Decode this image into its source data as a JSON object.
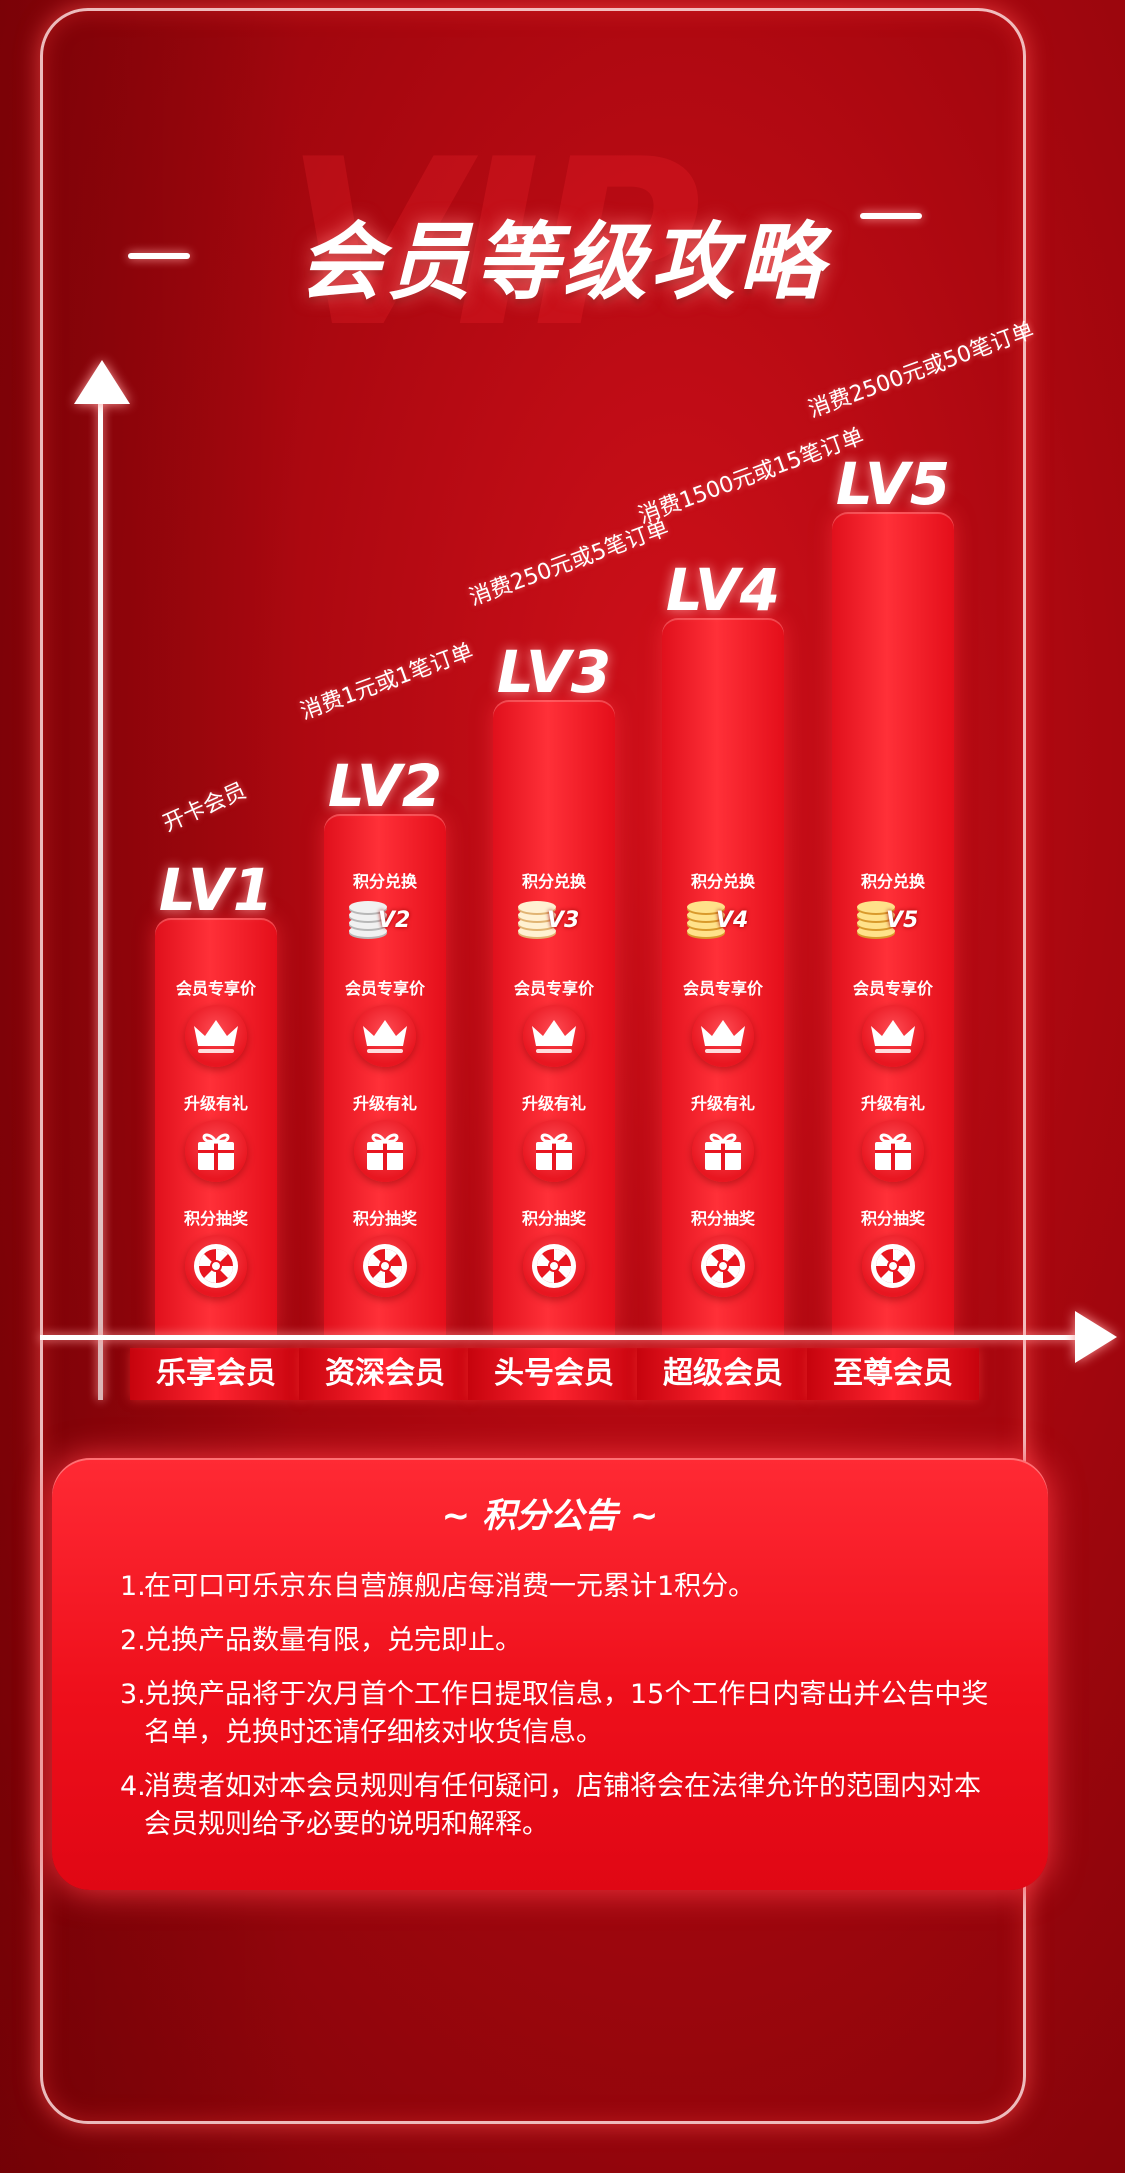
{
  "title": "会员等级攻略",
  "watermark": "VIP",
  "colors": {
    "bg": "#a8070f",
    "bar": "#ff3038",
    "panel": "#ee0f1b",
    "text": "#ffffff"
  },
  "levels": [
    {
      "lv": "LV1",
      "req": "开卡会员",
      "tier": "乐享会员",
      "features": [
        {
          "label": "会员专享价",
          "icon": "crown-icon"
        },
        {
          "label": "升级有礼",
          "icon": "gift-icon"
        },
        {
          "label": "积分抽奖",
          "icon": "wheel-icon"
        }
      ]
    },
    {
      "lv": "LV2",
      "req": "消费1元或1笔订单",
      "tier": "资深会员",
      "points": {
        "label": "积分兑换",
        "badge": "V2",
        "icon": "coin-stack-icon",
        "tone": "silver"
      },
      "features": [
        {
          "label": "会员专享价",
          "icon": "crown-icon"
        },
        {
          "label": "升级有礼",
          "icon": "gift-icon"
        },
        {
          "label": "积分抽奖",
          "icon": "wheel-icon"
        }
      ]
    },
    {
      "lv": "LV3",
      "req": "消费250元或5笔订单",
      "tier": "头号会员",
      "points": {
        "label": "积分兑换",
        "badge": "V3",
        "icon": "coin-stack-icon",
        "tone": "cream"
      },
      "features": [
        {
          "label": "会员专享价",
          "icon": "crown-icon"
        },
        {
          "label": "升级有礼",
          "icon": "gift-icon"
        },
        {
          "label": "积分抽奖",
          "icon": "wheel-icon"
        }
      ]
    },
    {
      "lv": "LV4",
      "req": "消费1500元或15笔订单",
      "tier": "超级会员",
      "points": {
        "label": "积分兑换",
        "badge": "V4",
        "icon": "coin-stack-icon",
        "tone": "gold"
      },
      "features": [
        {
          "label": "会员专享价",
          "icon": "crown-icon"
        },
        {
          "label": "升级有礼",
          "icon": "gift-icon"
        },
        {
          "label": "积分抽奖",
          "icon": "wheel-icon"
        }
      ]
    },
    {
      "lv": "LV5",
      "req": "消费2500元或50笔订单",
      "tier": "至尊会员",
      "points": {
        "label": "积分兑换",
        "badge": "V5",
        "icon": "coin-stack-icon",
        "tone": "gold"
      },
      "features": [
        {
          "label": "会员专享价",
          "icon": "crown-icon"
        },
        {
          "label": "升级有礼",
          "icon": "gift-icon"
        },
        {
          "label": "积分抽奖",
          "icon": "wheel-icon"
        }
      ]
    }
  ],
  "notice": {
    "title": "~ 积分公告 ~",
    "items": [
      {
        "num": "1.",
        "text": "在可口可乐京东自营旗舰店每消费一元累计1积分。"
      },
      {
        "num": "2.",
        "text": "兑换产品数量有限，兑完即止。"
      },
      {
        "num": "3.",
        "text": "兑换产品将于次月首个工作日提取信息，15个工作日内寄出并公告中奖名单，兑换时还请仔细核对收货信息。"
      },
      {
        "num": "4.",
        "text": "消费者如对本会员规则有任何疑问，店铺将会在法律允许的范围内对本会员规则给予必要的说明和解释。"
      }
    ]
  }
}
